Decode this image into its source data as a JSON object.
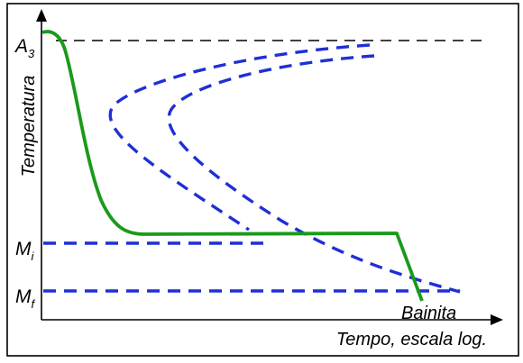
{
  "diagram": {
    "axes": {
      "y_label": "Temperatura",
      "x_label": "Tempo, escala log."
    },
    "levels": {
      "a3": {
        "base": "A",
        "sub": "3"
      },
      "mi": {
        "base": "M",
        "sub": "i"
      },
      "mf": {
        "base": "M",
        "sub": "f"
      }
    },
    "curve_label": "Bainita",
    "colors": {
      "frame": "#000000",
      "cooling_curve": "#1a9a1a",
      "transformation_curves": "#1f2fd6",
      "a3_line": "#000000"
    }
  }
}
